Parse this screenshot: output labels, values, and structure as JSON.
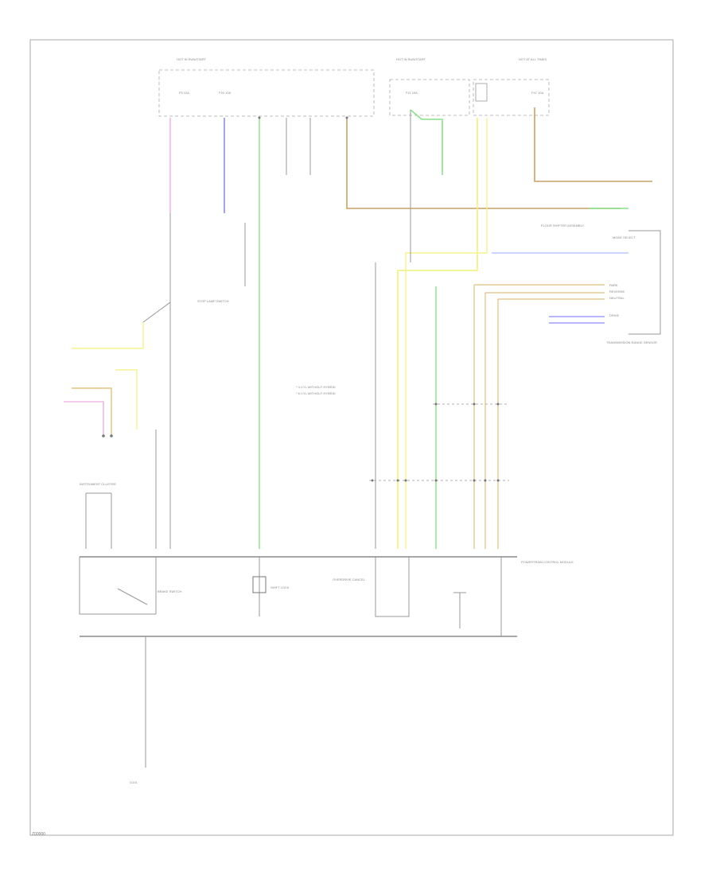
{
  "diagram": {
    "page_id": "Z00000",
    "colors": {
      "pink": "#f2b8e6",
      "blue": "#8c8cff",
      "green": "#88e288",
      "yellow": "#f4f07a",
      "brown": "#c8a264",
      "orange": "#e0c080",
      "lightblue": "#b8c8ff",
      "gray": "#999999"
    },
    "labels": {
      "top_fuse_1": "HOT IN RUN/START",
      "top_fuse_2": "HOT IN RUN/START",
      "top_fuse_3": "HOT AT ALL TIMES",
      "fuse_a": "F5 10A",
      "fuse_b": "F20 10A",
      "fuse_c": "F11 10A",
      "fuse_d": "F47 10A",
      "stop_lamp_switch": "STOP LAMP SWITCH",
      "brake_switch": "BRAKE SWITCH",
      "instrument_cluster": "INSTRUMENT CLUSTER",
      "transmission_range_sensor": "TRANSMISSION RANGE SENSOR",
      "shift_lock": "SHIFT LOCK",
      "overdrive_cancel": "OVERDRIVE CANCEL",
      "ground": "G101",
      "pcm": "POWERTRAIN CONTROL MODULE",
      "cluster_note_1": "* 4 CYL WITHOUT HYBRID",
      "cluster_note_2": "* 6 CYL WITHOUT HYBRID",
      "floor_shifter": "FLOOR SHIFTER ASSEMBLY",
      "mode_select": "MODE SELECT",
      "park": "PARK",
      "reverse": "REVERSE",
      "neutral": "NEUTRAL",
      "drive": "DRIVE"
    }
  }
}
